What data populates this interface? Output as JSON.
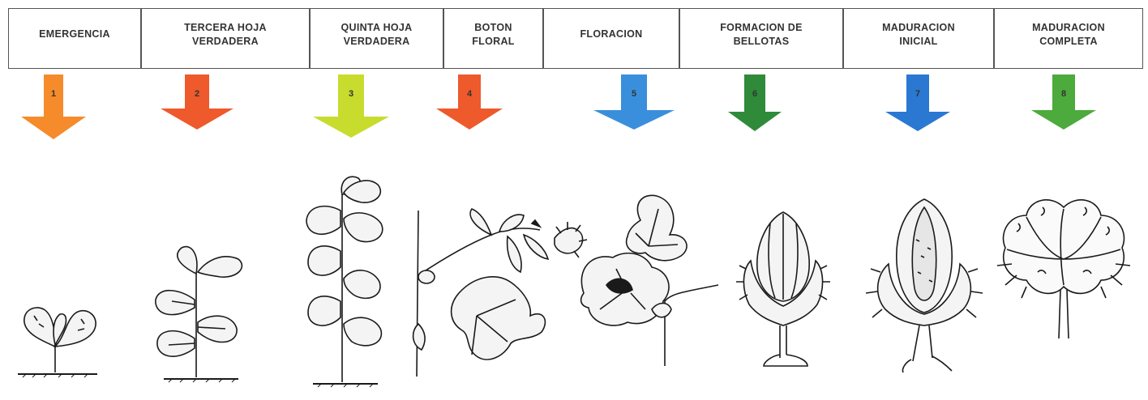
{
  "stages": [
    {
      "name": "EMERGENCIA",
      "number": "1",
      "color": "#F58B2A",
      "icon": "seedling-icon"
    },
    {
      "name": "TERCERA HOJA VERDADERA",
      "number": "2",
      "color": "#EE5A2C",
      "icon": "three-leaf-plant-icon"
    },
    {
      "name": "QUINTA HOJA VERDADERA",
      "number": "3",
      "color": "#C8DC2E",
      "icon": "five-leaf-plant-icon"
    },
    {
      "name": "BOTON FLORAL",
      "number": "4",
      "color": "#EE5A2C",
      "icon": "flower-bud-branch-icon"
    },
    {
      "name": "FLORACION",
      "number": "5",
      "color": "#3A8FDC",
      "icon": "cotton-flower-icon"
    },
    {
      "name": "FORMACION DE BELLOTAS",
      "number": "6",
      "color": "#2F8A3A",
      "icon": "green-boll-icon"
    },
    {
      "name": "MADURACION INICIAL",
      "number": "7",
      "color": "#2A78D2",
      "icon": "opening-boll-icon"
    },
    {
      "name": "MADURACION COMPLETA",
      "number": "8",
      "color": "#4DAA3C",
      "icon": "open-cotton-boll-icon"
    }
  ],
  "header": {
    "cells": [
      {
        "line1": "EMERGENCIA",
        "line2": ""
      },
      {
        "line1": "TERCERA HOJA",
        "line2": "VERDADERA"
      },
      {
        "line1": "QUINTA HOJA",
        "line2": "VERDADERA"
      },
      {
        "line1": "BOTON",
        "line2": "FLORAL"
      },
      {
        "line1": "FLORACION",
        "line2": ""
      },
      {
        "line1": "FORMACION DE",
        "line2": "BELLOTAS"
      },
      {
        "line1": "MADURACION",
        "line2": "INICIAL"
      },
      {
        "line1": "MADURACION",
        "line2": "COMPLETA"
      }
    ]
  }
}
